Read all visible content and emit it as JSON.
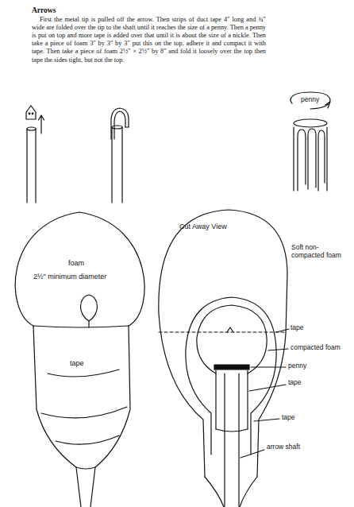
{
  "diagram": {
    "title": "Arrows",
    "labels": [
      "First the metal tip is pulled off the arrow. Then strips of duct tape 4\" long and ¾\" wide are folded over the tip to the shaft until it reaches the size of a penny. Then a penny is put on top and more tape is added over that until it is about the size of a nickle. Then take a piece of foam 3\" by 3\" by 3\" put this on the top, adhere it and compact it with tape. Then take a piece of foam 2½\" × 2½\" by 8\" and fold it loosely over the top then tape the sides tight, but not the top.",
      "penny",
      "foam",
      "2½\" minimum diameter",
      "tape",
      "Cut Away View",
      "Soft non-compacted foam",
      "tape",
      "compacted foam",
      "penny",
      "tape",
      "tape",
      "arrow shaft"
    ]
  }
}
